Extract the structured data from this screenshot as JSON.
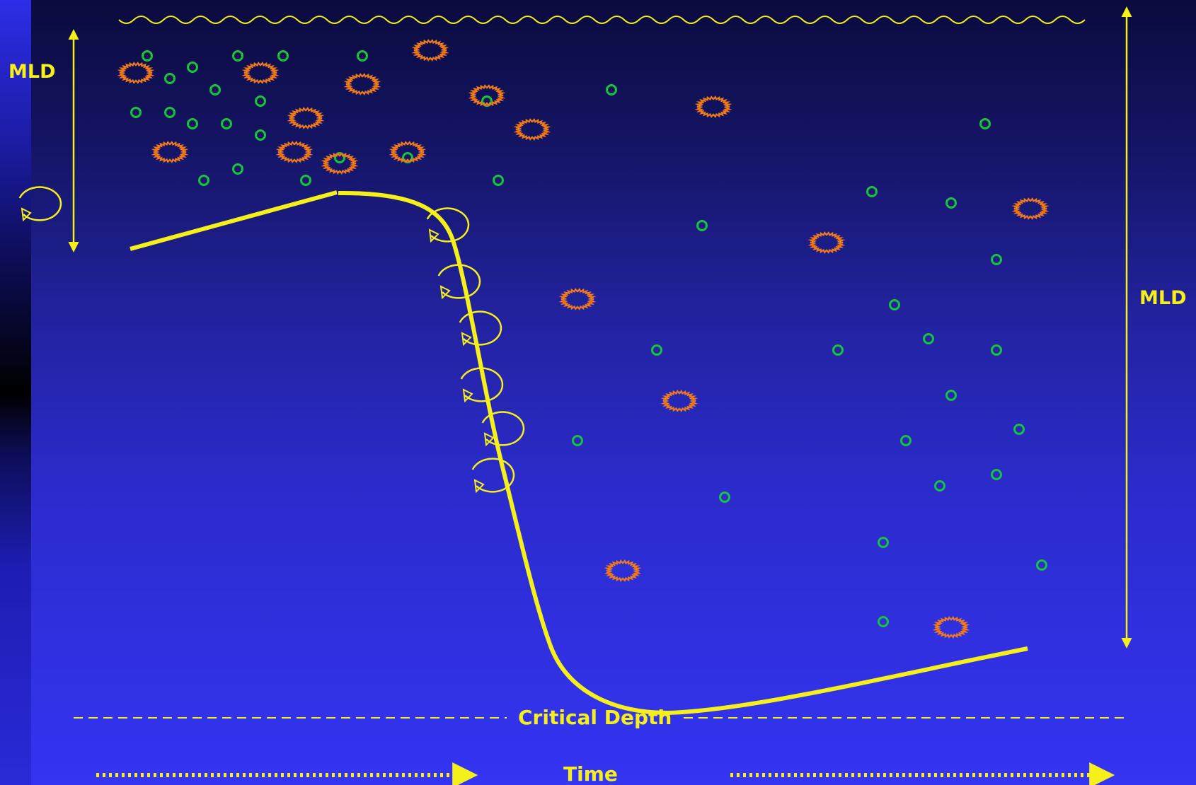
{
  "labels": {
    "mld_left": "MLD",
    "mld_right": "MLD",
    "critical_depth": "Critical Depth",
    "time": "Time"
  },
  "colors": {
    "line": "#f5ef1a",
    "plankton_green": "#18c43c",
    "plankton_orange": "#f07a1c"
  },
  "icons": {
    "surface": "wavy-water-surface",
    "mixing": "circular-arrow-icon",
    "phytoplankton": "green-circle-icon",
    "zooplankton": "orange-spiky-oval-icon"
  }
}
